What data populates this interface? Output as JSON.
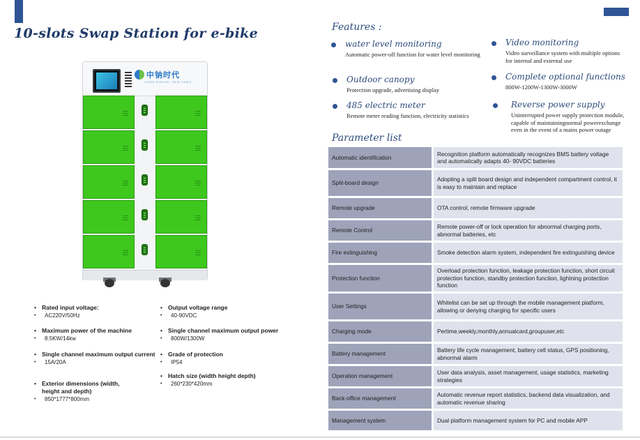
{
  "title": "10-slots Swap Station for e-bike",
  "brand": {
    "name": "中钠时代",
    "subtitle": "CHINA SODIUM · NEW TIMES"
  },
  "specs": [
    {
      "label": "Rated input voltage:",
      "value": "AC220V/50Hz"
    },
    {
      "label": "Maximum power of the machine",
      "value": "8.5KW/14kw"
    },
    {
      "label": "Single channel maximum output current",
      "value": "15A/20A"
    },
    {
      "label": "Exterior dimensions (width, height and depth)",
      "value": "850*1777*800mm"
    },
    {
      "label": "Output voltage range",
      "value": "40-90VDC"
    },
    {
      "label": "Single channel maximum output power",
      "value": "800W/1300W"
    },
    {
      "label": "Grade of protection",
      "value": "IP54"
    },
    {
      "label": "Hatch size (width height depth)",
      "value": "260*230*420mm"
    }
  ],
  "features_heading": "Features :",
  "features": [
    {
      "title": "water level monitoring",
      "desc": "Automatic power-off function for water level monitoring"
    },
    {
      "title": "Video monitoring",
      "desc": "Video surveillance system with multiple options for internal and external use"
    },
    {
      "title": "Outdoor canopy",
      "desc": "Protection upgrade, advertising display"
    },
    {
      "title": "Complete optional functions",
      "desc": "800W-1200W-1300W-3000W"
    },
    {
      "title": "485 electric meter",
      "desc": "Remote meter reading function, electricity statistics"
    },
    {
      "title": "Reverse power supply",
      "desc": "Uninterrupted power supply protection module, capable of maintainingnormal powerexchange even in the event of a mains power outage"
    }
  ],
  "param_heading": "Parameter list",
  "params": [
    {
      "name": "Automatic identification",
      "desc": "Recognition platform automatically recognizes BMS battery voltage and automatically adapts 40- 90VDC batteries"
    },
    {
      "name": "Split-board design",
      "desc": "Adopting a split board design and independent compartment control, it is easy to maintain and replace"
    },
    {
      "name": "Remote upgrade",
      "desc": "OTA control, remote firmware upgrade"
    },
    {
      "name": "Remote Control",
      "desc": "Remote power-off or lock operation for abnormal charging ports, abnormal batteries, etc"
    },
    {
      "name": "Fire extinguishing",
      "desc": "Smoke detection alarm system, independent fire extinguishing device"
    },
    {
      "name": "Protection function",
      "desc": "Overload protection function, leakage protection function, short circuit protection function, standby protection function, lightning protection function"
    },
    {
      "name": "User Settings",
      "desc": "Whitelist can be set up through the mobile management platform, allowing or denying charging for specific users"
    },
    {
      "name": "Charging mode",
      "desc": "Pertime,weekly,monthly,annualcard,groupuser,etc"
    },
    {
      "name": "Battery management",
      "desc": "Battery life cycle management, battery cell status, GPS positioning, abnormal alarm"
    },
    {
      "name": "Operation management",
      "desc": "User data analysis, asset management, usage statistics, marketing strategies"
    },
    {
      "name": "Back-office management",
      "desc": "Automatic revenue report statistics, backend data visualization, and automatic revenue sharing"
    },
    {
      "name": "Management system",
      "desc": "Dual platform management system for PC and mobile APP"
    }
  ],
  "colors": {
    "accent": "#2e5596",
    "door_green": "#3ec81e",
    "table_left": "#9ea3ba",
    "table_right": "#dfe1ec"
  }
}
